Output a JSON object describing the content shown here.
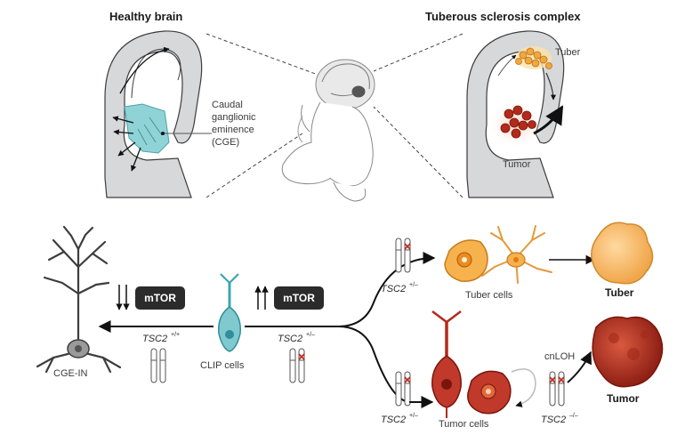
{
  "titles": {
    "healthy": "Healthy brain",
    "tsc": "Tuberous sclerosis complex"
  },
  "labels": {
    "cge_line1": "Caudal",
    "cge_line2": "ganglionic",
    "cge_line3": "eminence",
    "cge_line4": "(CGE)",
    "tuber_top": "Tuber",
    "tumor_top": "Tumor",
    "cge_in": "CGE-IN",
    "clip_cells": "CLIP cells",
    "tuber_cells": "Tuber cells",
    "tumor_cells": "Tumor cells",
    "tuber_out": "Tuber",
    "tumor_out": "Tumor",
    "cnloh": "cnLOH",
    "mtor": "mTOR"
  },
  "genotypes": {
    "gene": "TSC2",
    "wt": "+/+",
    "het": "+/–",
    "null": "–/–"
  },
  "colors": {
    "cge_teal": "#8fd3d6",
    "tuber_orange": "#f2a73b",
    "tumor_red": "#b32a1c",
    "mtor_box": "#2b2b2b"
  }
}
